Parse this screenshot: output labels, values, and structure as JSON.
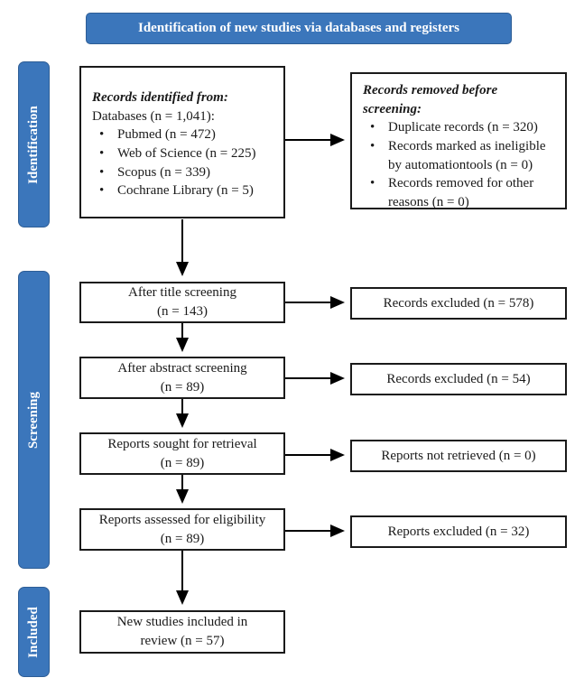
{
  "title_banner": "Identification of new studies via databases and registers",
  "colors": {
    "accent_blue": "#3b76bb"
  },
  "sidebar": {
    "identification_label": "Identification",
    "screening_label": "Screening",
    "included_label": "Included"
  },
  "boxes": {
    "records_identified": {
      "heading": "Records identified from:",
      "subheading": "Databases (n = 1,041):",
      "bullets": [
        "Pubmed (n = 472)",
        "Web of Science (n = 225)",
        "Scopus (n = 339)",
        "Cochrane Library (n = 5)"
      ]
    },
    "records_removed": {
      "heading": "Records removed before screening:",
      "bullets": [
        "Duplicate records (n = 320)",
        "Records marked as ineligible by automationtools (n = 0)",
        "Records removed for other reasons (n = 0)"
      ]
    },
    "title_screening": {
      "line1": "After title screening",
      "line2": "(n = 143)"
    },
    "records_excluded_title": {
      "label": "Records excluded (n = 578)"
    },
    "abstract_screening": {
      "line1": "After abstract screening",
      "line2": "(n = 89)"
    },
    "records_excluded_abstract": {
      "label": "Records excluded (n = 54)"
    },
    "reports_sought": {
      "line1": "Reports sought for retrieval",
      "line2": "(n = 89)"
    },
    "reports_not_retrieved": {
      "label": "Reports not retrieved (n = 0)"
    },
    "reports_assessed": {
      "line1": "Reports assessed for eligibility",
      "line2": "(n = 89)"
    },
    "reports_excluded": {
      "label": "Reports excluded (n = 32)"
    },
    "new_studies_included": {
      "line1": "New studies included in",
      "line2": "review (n = 57)"
    }
  }
}
